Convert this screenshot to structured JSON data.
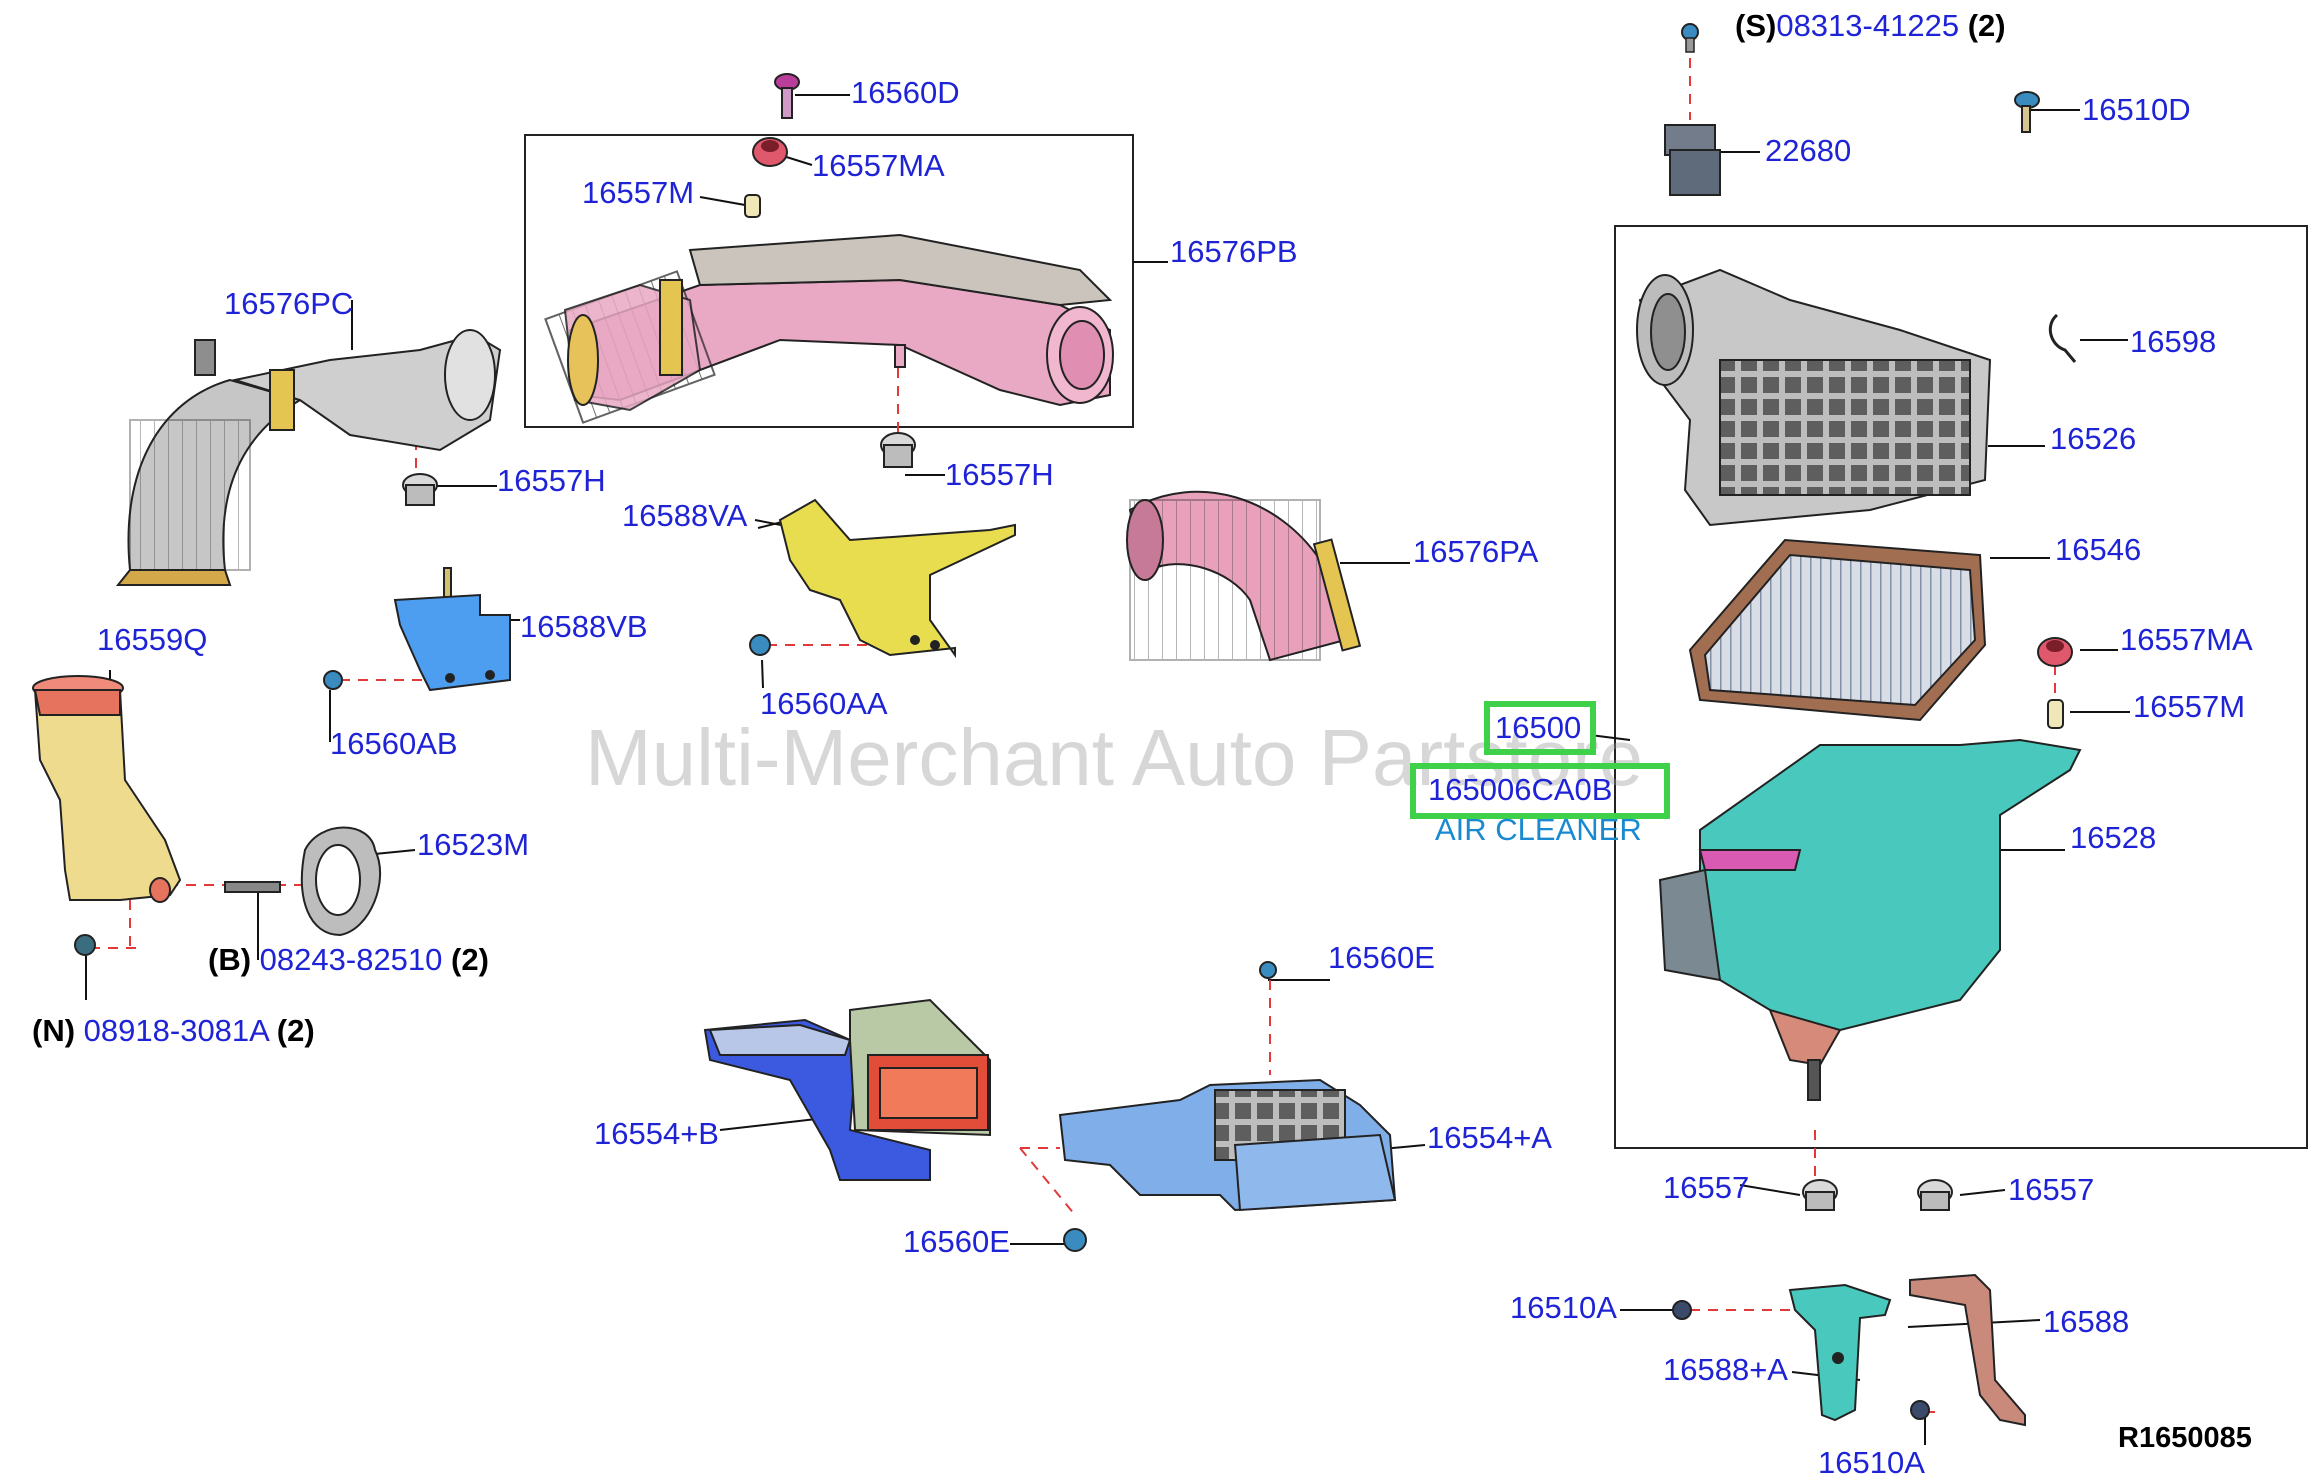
{
  "watermark": "Multi-Merchant Auto Partstore",
  "diagram_ref": "R1650085",
  "selected": {
    "part": "16500",
    "part_number": "165006CA0B",
    "description": "AIR CLEANER"
  },
  "labels": {
    "p16560D": "16560D",
    "p16557MA_top": "16557MA",
    "p16557M_top": "16557M",
    "p16576PB": "16576PB",
    "p16576PC": "16576PC",
    "p16557H_left": "16557H",
    "p16557H_mid": "16557H",
    "p16588VA": "16588VA",
    "p16576PA": "16576PA",
    "p16588VB": "16588VB",
    "p16560AA": "16560AA",
    "p16559Q": "16559Q",
    "p16560AB": "16560AB",
    "p16523M": "16523M",
    "p16560E_top": "16560E",
    "p16554B": "16554+B",
    "p16554A": "16554+A",
    "p16560E_bot": "16560E",
    "p22680": "22680",
    "p16510D": "16510D",
    "p16598": "16598",
    "p16526": "16526",
    "p16546": "16546",
    "p16557MA_right": "16557MA",
    "p16557M_right": "16557M",
    "p16528": "16528",
    "p16557_left": "16557",
    "p16557_right": "16557",
    "p16510A_left": "16510A",
    "p16588A": "16588+A",
    "p16588": "16588",
    "p16510A_bot": "16510A"
  },
  "prefixed": {
    "s_bolt": {
      "prefix": "(S)",
      "number": "08313-41225",
      "qty": "(2)"
    },
    "b_stud": {
      "prefix": "(B)",
      "number": "08243-82510",
      "qty": "(2)"
    },
    "n_nut": {
      "prefix": "(N)",
      "number": "08918-3081A",
      "qty": "(2)"
    }
  },
  "colors": {
    "label_blue": "#1f23d6",
    "highlight_green": "#3fd14a",
    "subtitle_blue": "#1a8ad0",
    "leader_red": "#e23a3a",
    "duct_pink": "#e9a9c4",
    "duct_gray": "#c6c6c6",
    "bracket_yellow": "#e8dd4f",
    "bracket_blue": "#4d9df0",
    "resonator_yellow": "#eedb8e",
    "lower_case_teal": "#49c9bd",
    "intake_blue": "#5a6fe0",
    "bracket_brown": "#c98a7b"
  }
}
